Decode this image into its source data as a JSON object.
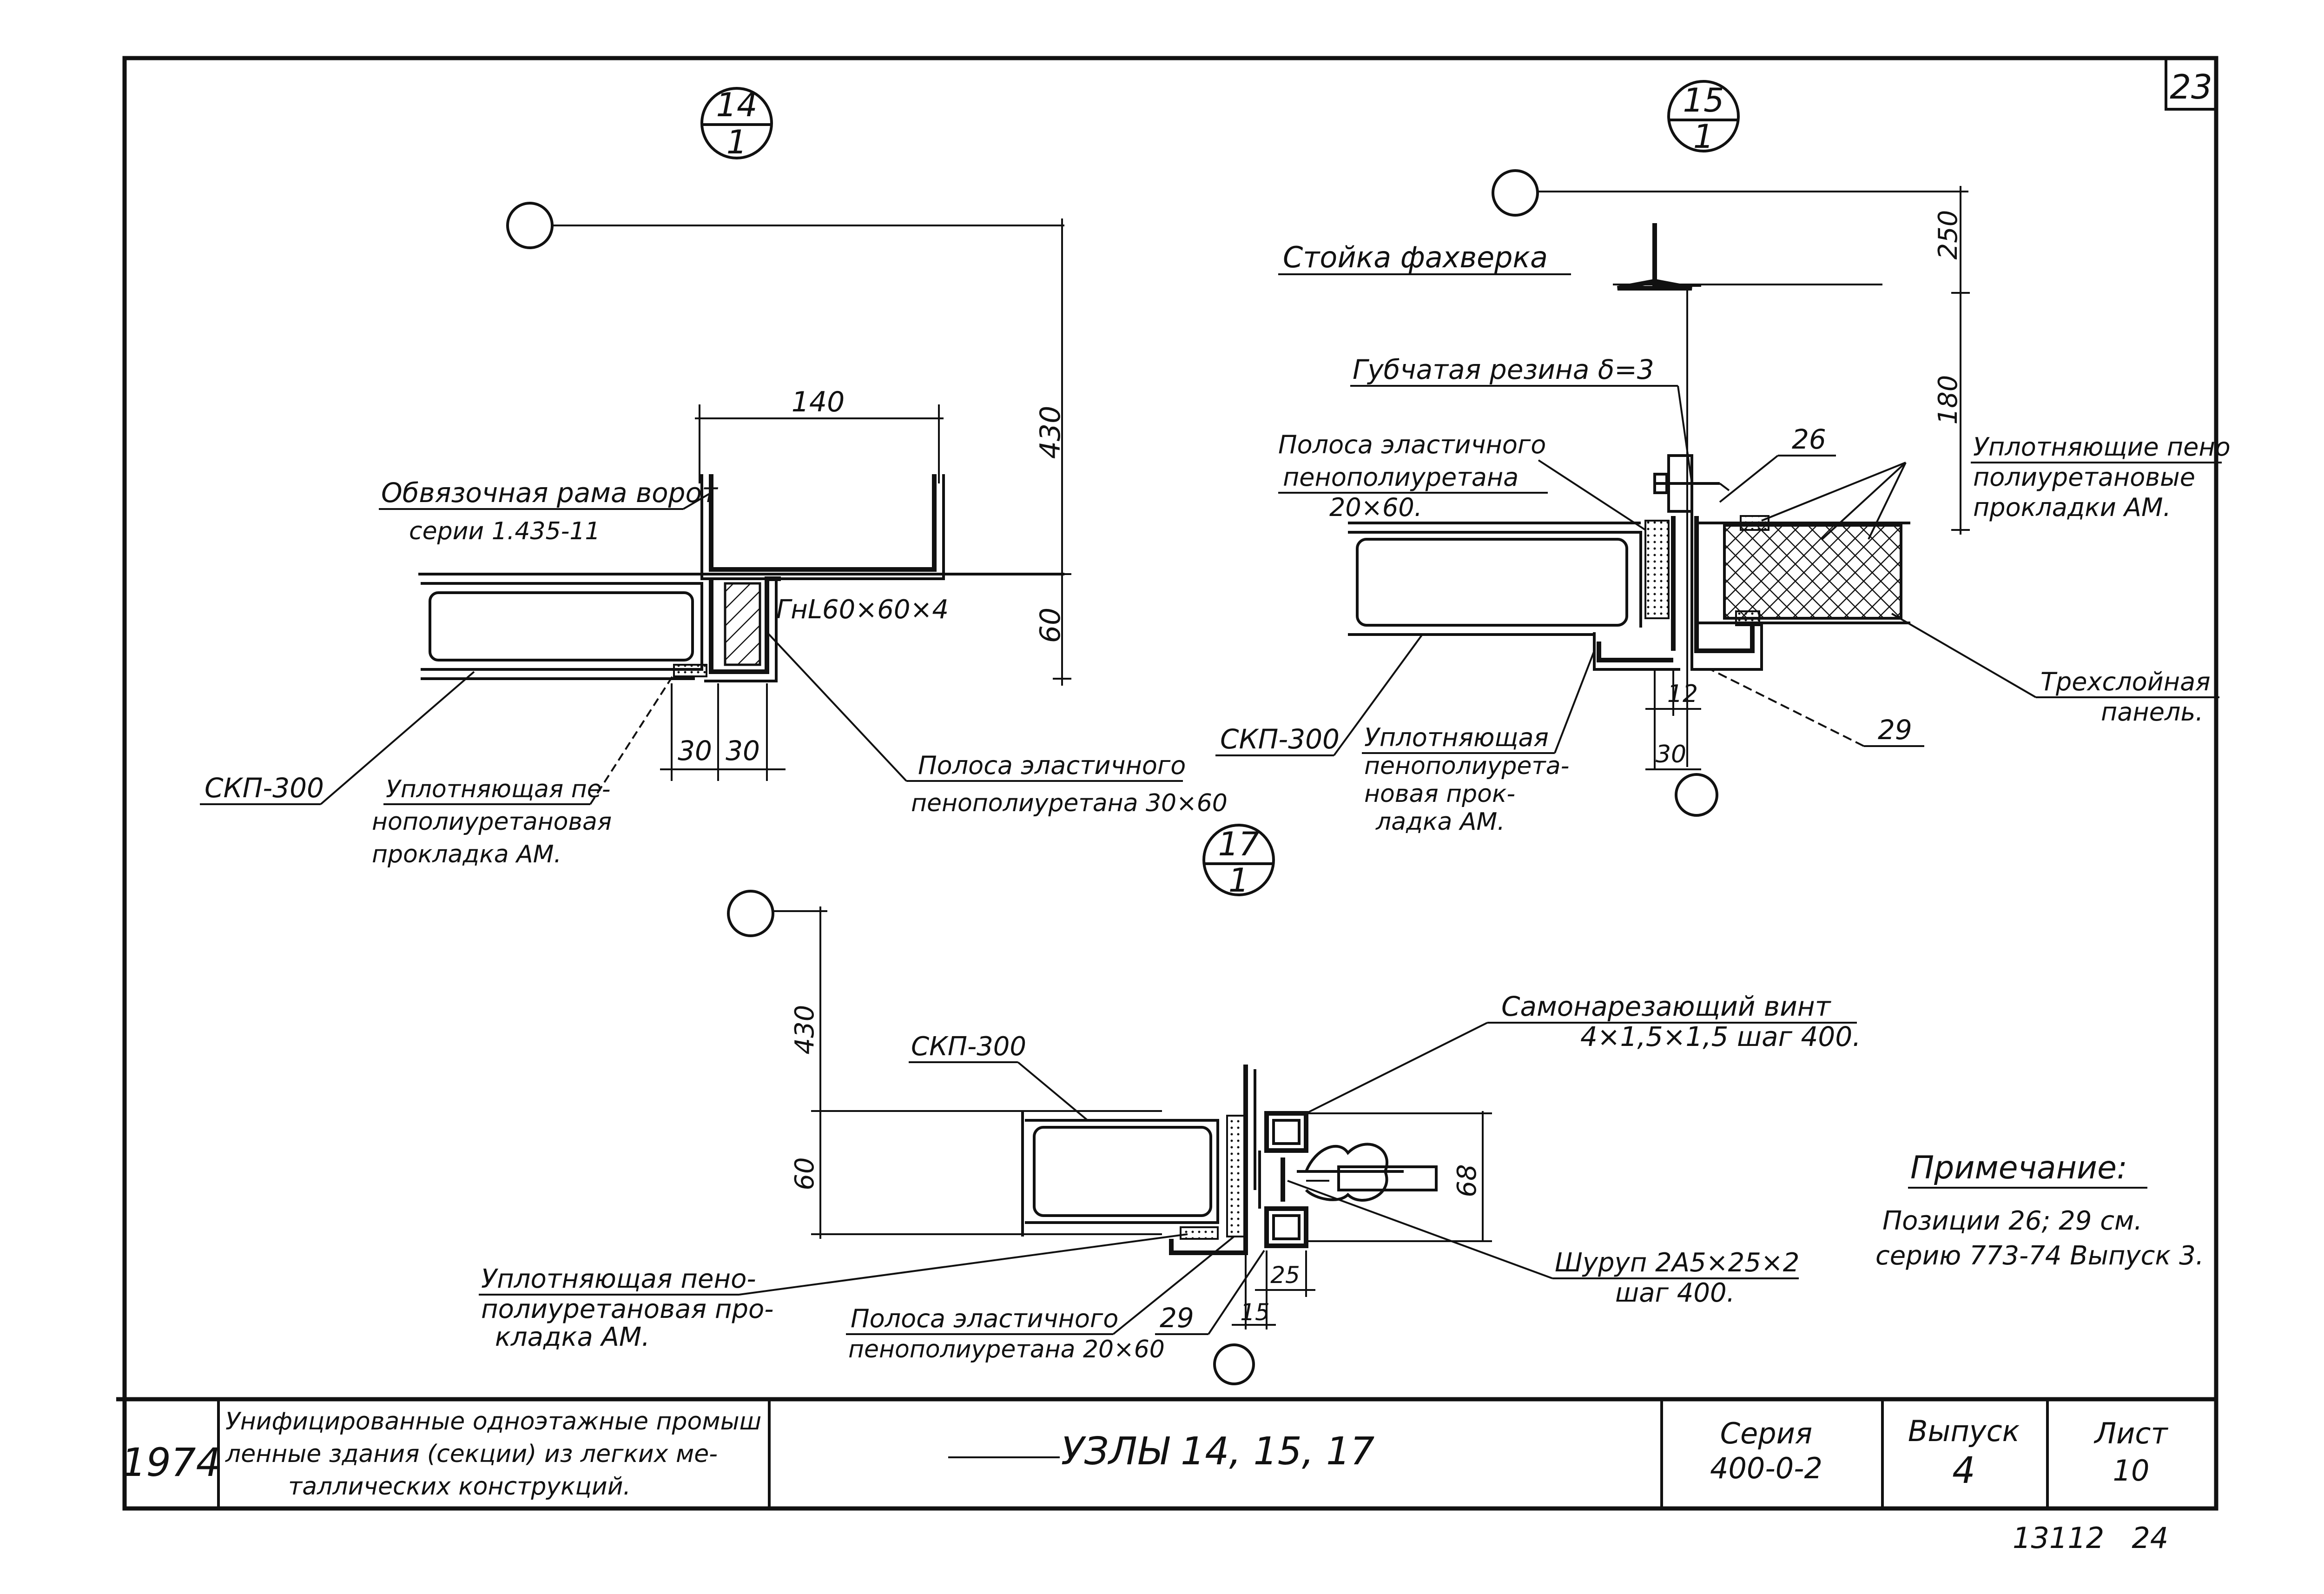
{
  "sheet": {
    "corner_number": "23",
    "bottom_note": "13112   24"
  },
  "node14": {
    "marker_top": "14",
    "marker_bottom": "1",
    "dims": {
      "top": "140",
      "height_430": "430",
      "height_60": "60",
      "d30a": "30",
      "d30b": "30"
    },
    "labels": {
      "frame_line1": "Обвязочная рама ворот",
      "frame_line2": "серии 1.435-11",
      "angle": "ГнL60×60×4",
      "skp": "СКП-300",
      "seal_line1": "Уплотняющая пе-",
      "seal_line2": "нополиуретановая",
      "seal_line3": "прокладка АМ.",
      "strip_line1": "Полоса эластичного",
      "strip_line2": "пенополиуретана 30×60"
    }
  },
  "node15": {
    "marker_top": "15",
    "marker_bottom": "1",
    "dims": {
      "d250": "250",
      "d180": "180",
      "d12": "12",
      "d30": "30"
    },
    "labels": {
      "post": "Стойка фахверка",
      "rubber": "Губчатая резина δ=3",
      "strip_line1": "Полоса эластичного",
      "strip_line2": "пенополиуретана",
      "strip_line3": "20×60.",
      "pos26": "26",
      "pos29": "29",
      "seals_line1": "Уплотняющие пено",
      "seals_line2": "полиуретановые",
      "seals_line3": "прокладки АМ.",
      "panel_line1": "Трехслойная",
      "panel_line2": "панель.",
      "skp": "СКП-300",
      "seal_line1": "Уплотняющая",
      "seal_line2": "пенополиурета-",
      "seal_line3": "новая прок-",
      "seal_line4": "ладка АМ."
    }
  },
  "node17": {
    "marker_top": "17",
    "marker_bottom": "1",
    "dims": {
      "d430": "430",
      "d60": "60",
      "d68": "68",
      "d25": "25",
      "d15": "15"
    },
    "labels": {
      "skp": "СКП-300",
      "screw_line1": "Самонарезающий винт",
      "screw_line2": "4×1,5×1,5 шаг 400.",
      "wood_line1": "Шуруп 2А5×25×2",
      "wood_line2": "шаг 400.",
      "seal_line1": "Уплотняющая пено-",
      "seal_line2": "полиуретановая про-",
      "seal_line3": "кладка АМ.",
      "strip_line1": "Полоса эластичного",
      "strip_line2": "пенополиуретана 20×60",
      "pos29": "29"
    }
  },
  "note": {
    "title": "Примечание:",
    "line1": "Позиции 26; 29 см.",
    "line2": "серию 773-74 Выпуск 3."
  },
  "title_block": {
    "year": "1974",
    "desc_line1": "Унифицированные одноэтажные промыш",
    "desc_line2": "ленные здания (секции) из легких ме-",
    "desc_line3": "таллических конструкций.",
    "drawing_title": "УЗЛЫ 14, 15, 17",
    "series_label": "Серия",
    "series_value": "400-0-2",
    "issue_label": "Выпуск",
    "issue_value": "4",
    "sheet_label": "Лист",
    "sheet_value": "10"
  }
}
